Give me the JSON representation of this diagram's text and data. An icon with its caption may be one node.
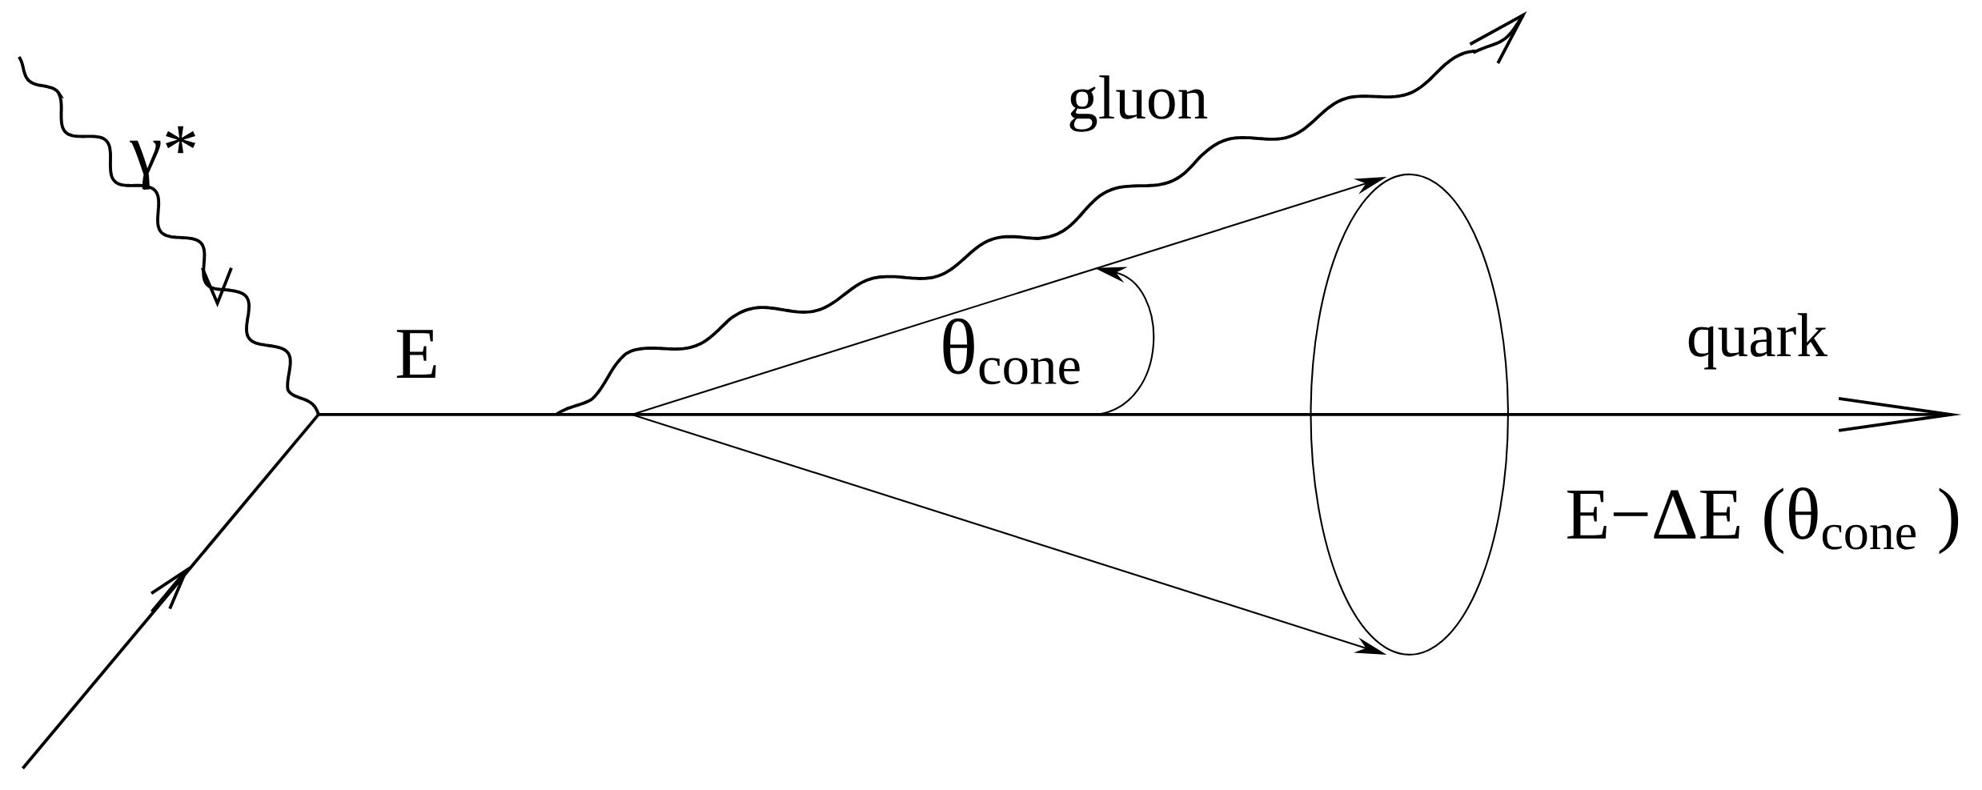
{
  "diagram": {
    "labels": [
      "γ*",
      "gluon",
      "E",
      "θ$_{cone}$",
      "quark",
      "E−ΔE (θ$_{cone}$ )"
    ]
  }
}
